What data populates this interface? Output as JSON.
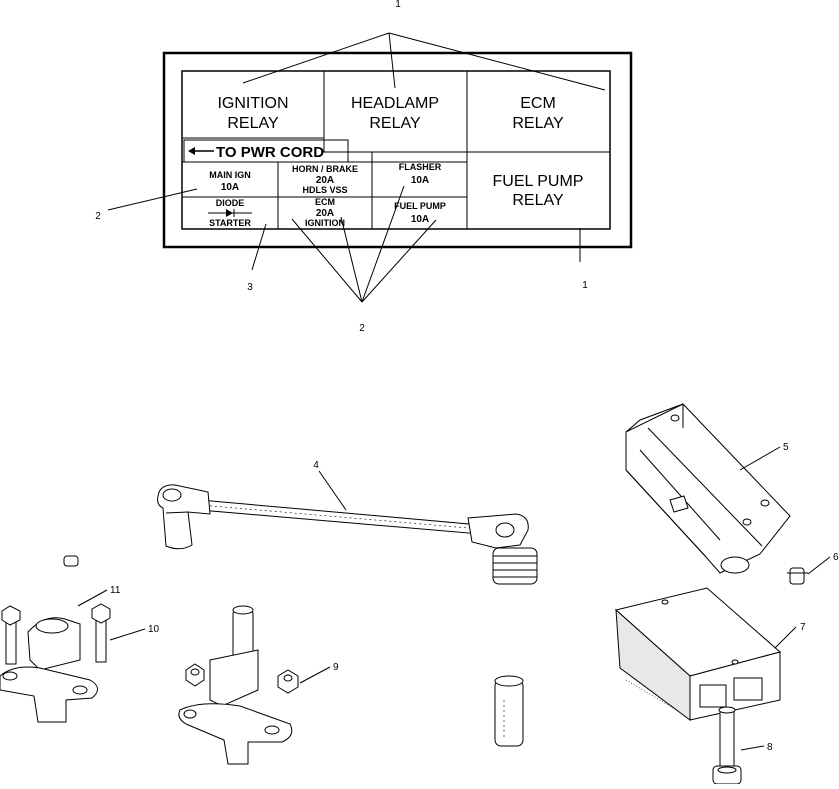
{
  "fuse_box": {
    "relays": {
      "ignition": [
        "IGNITION",
        "RELAY"
      ],
      "headlamp": [
        "HEADLAMP",
        "RELAY"
      ],
      "ecm": [
        "ECM",
        "RELAY"
      ],
      "fuel_pump": [
        "FUEL PUMP",
        "RELAY"
      ]
    },
    "pwr_cord": "TO PWR CORD",
    "fuses": {
      "main_ign": [
        "MAIN IGN",
        "10A"
      ],
      "horn_brake": [
        "HORN / BRAKE",
        "20A",
        "HDLS VSS"
      ],
      "flasher": [
        "FLASHER",
        "10A"
      ],
      "diode": [
        "DIODE",
        "STARTER"
      ],
      "ecm": [
        "ECM",
        "20A",
        "IGNITION"
      ],
      "fuel_pump": [
        "FUEL PUMP",
        "10A"
      ]
    }
  },
  "callouts": {
    "c1_top": "1",
    "c1_right": "1",
    "c2_left": "2",
    "c2_bottom": "2",
    "c3": "3",
    "c4": "4",
    "c5": "5",
    "c6": "6",
    "c7": "7",
    "c8": "8",
    "c9": "9",
    "c10": "10",
    "c11": "11"
  }
}
